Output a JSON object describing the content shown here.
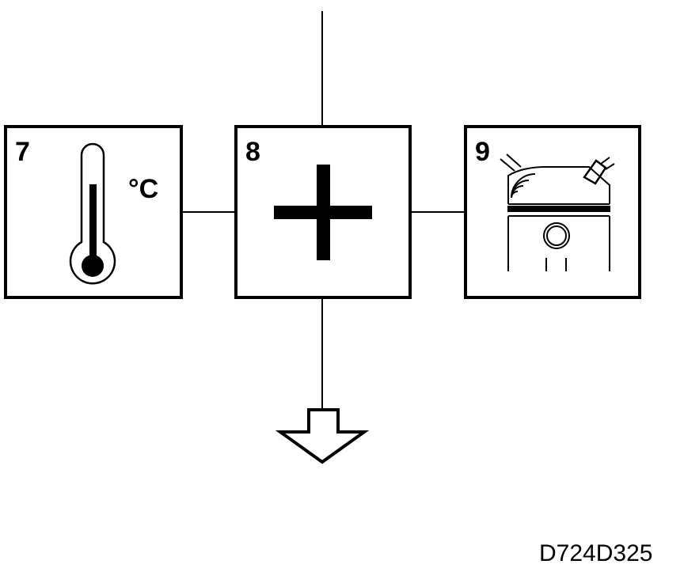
{
  "boxes": [
    {
      "number": "7",
      "icon": "thermometer-icon",
      "unit": "°C"
    },
    {
      "number": "8",
      "icon": "plus-icon"
    },
    {
      "number": "9",
      "icon": "engine-cylinder-icon"
    }
  ],
  "figure_code": "D724D325"
}
